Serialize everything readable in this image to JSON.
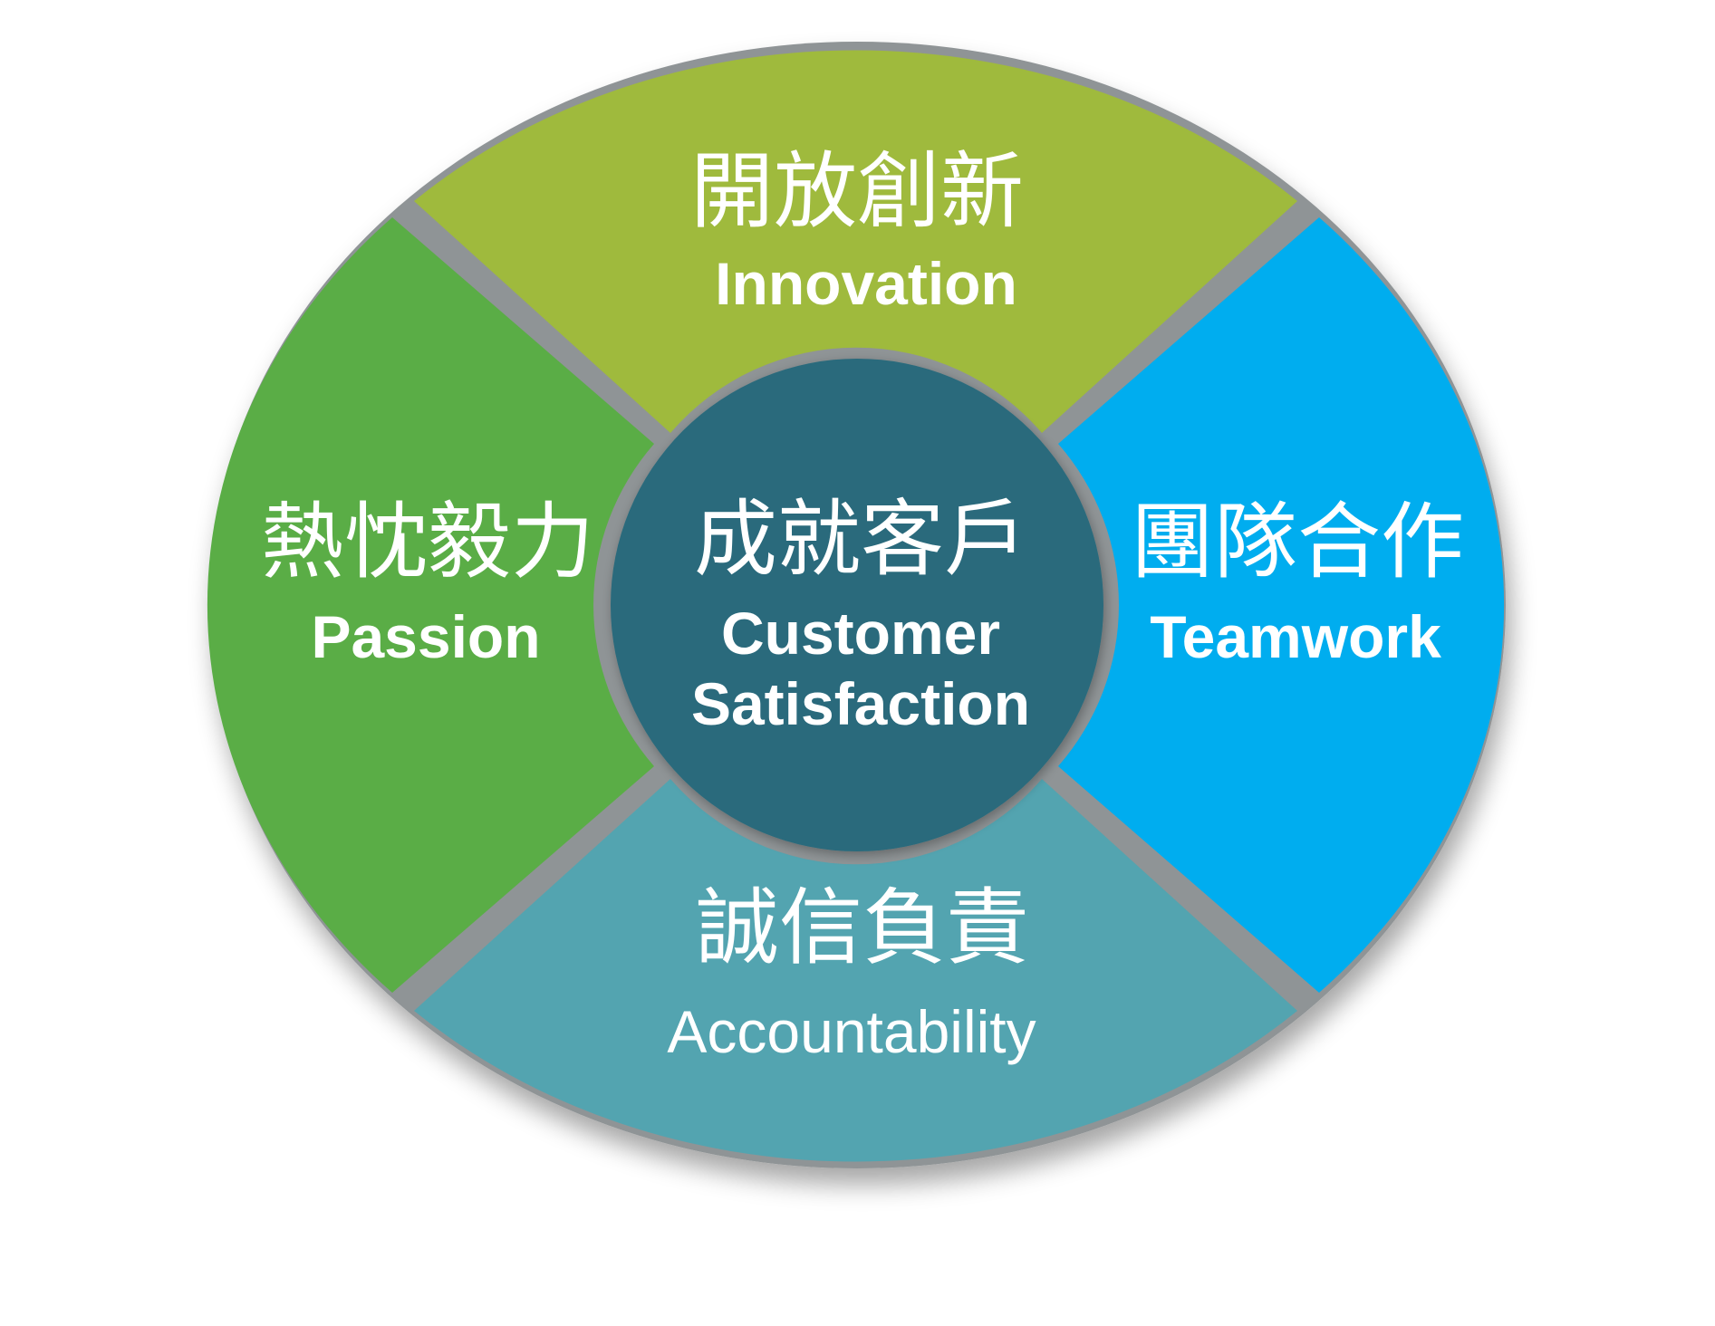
{
  "center": {
    "title_zh": "成就客戶",
    "line1": "Customer",
    "line2": "Satisfaction",
    "color": "#2a6b7c"
  },
  "segments": {
    "top": {
      "title_zh": "開放創新",
      "title_en": "Innovation",
      "color": "#9fba3d"
    },
    "left": {
      "title_zh": "熱忱毅力",
      "title_en": "Passion",
      "color": "#5aad46"
    },
    "right": {
      "title_zh": "團隊合作",
      "title_en": "Teamwork",
      "color": "#00adef"
    },
    "bottom": {
      "title_zh": "誠信負責",
      "title_en": "Accountability",
      "color": "#53a4b0"
    }
  },
  "gap_color": "#8f9496"
}
